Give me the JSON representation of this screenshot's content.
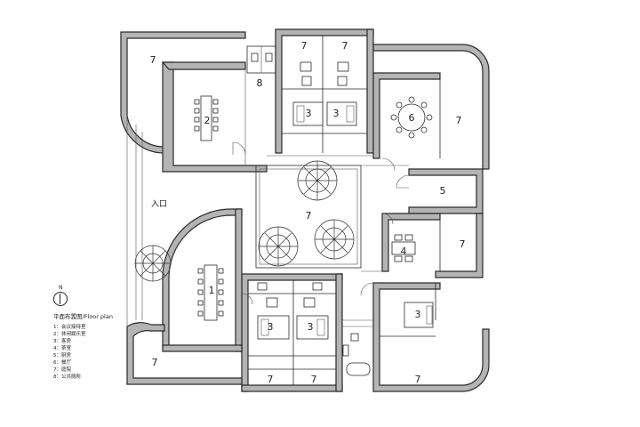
{
  "plan": {
    "entrance_label": "入口",
    "room_labels": {
      "r1": "1",
      "r2": "2",
      "r3a": "3",
      "r3b": "3",
      "r3c": "3",
      "r3d": "3",
      "r3e": "3",
      "r4": "4",
      "r5": "5",
      "r6": "6",
      "r7_nw": "7",
      "r7_top_a": "7",
      "r7_top_b": "7",
      "r7_ne": "7",
      "r7_court": "7",
      "r7_e": "7",
      "r7_sw": "7",
      "r7_bot_a": "7",
      "r7_bot_b": "7",
      "r7_se": "7",
      "r8": "8"
    }
  },
  "legend": {
    "compass_label": "N",
    "title": "平面布置图/Floor plan",
    "items": [
      "1：会议接待室",
      "2：休闲娱乐室",
      "3：客房",
      "4：茶室",
      "5：厨房",
      "6：餐厅",
      "7：庭院",
      "8：公共厕所"
    ]
  }
}
